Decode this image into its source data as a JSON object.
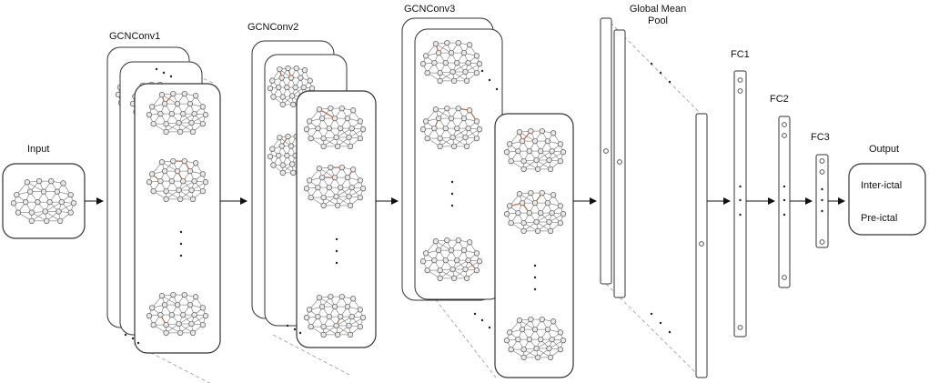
{
  "labels": {
    "input": "Input",
    "gcn1": "GCNConv1",
    "gcn2": "GCNConv2",
    "gcn3": "GCNConv3",
    "gmp_line1": "Global Mean",
    "gmp_line2": "Pool",
    "fc1": "FC1",
    "fc2": "FC2",
    "fc3": "FC3",
    "output": "Output",
    "class_inter": "Inter-ictal",
    "class_pre": "Pre-ictal"
  },
  "colors": {
    "stroke": "#444444",
    "node_fill": "#e9e9e9",
    "highlight_edge": "#c8643a",
    "dashed": "#999999"
  }
}
